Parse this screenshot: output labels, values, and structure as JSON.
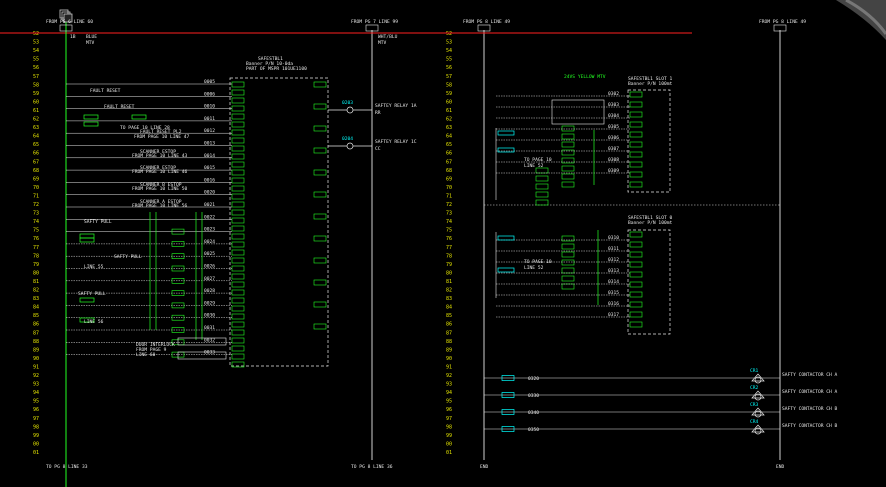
{
  "colors": {
    "background": "#000000",
    "wire": "#e8e8e8",
    "device": "#22ff22",
    "device_alt": "#00ffff",
    "line_numbers": "#e6e600",
    "crosshair_h": "#ff2020",
    "crosshair_v": "#22ff22"
  },
  "drawing": {
    "header_left": "FROM PG 6 LINE 60",
    "header_mid": "FROM PG 7 LINE 99",
    "header_right1": "FROM PG 8 LINE 49",
    "header_right2": "FROM PG 8 LINE 49",
    "footer_left": "TO PG 8 LINE 33",
    "footer_mid": "TO PG 8 LINE 36",
    "footer_right1": "END",
    "footer_right2": "END",
    "tag_left_top": "1B",
    "tag_left_blue": "BLUE",
    "tag_left_mtv": "MTV",
    "tag_mid_wht": "WHT/BLU",
    "tag_mid_mtv": "MTV",
    "cursor_icon": "cursor-icon"
  },
  "safety_block_left": {
    "title": "SAFESTBL1",
    "subtitle": "Banner P/N 10-0da",
    "line3": "PART OF MSPR 101UE1100",
    "relay_1a": "SAFTEY RELAY 1A",
    "relay_1a_sub": "RR",
    "relay_1c": "SAFTEY RELAY 1C",
    "relay_1c_sub": "CC"
  },
  "safety_block_right": {
    "slot1_title": "SAFESTBL1 SLOT 1",
    "slot1_sub": "Banner P/N 100mt",
    "slot0_title": "SAFESTBL1 SLOT 0",
    "slot0_sub": "Banner P/N 100mt",
    "yellow_wire": "24VS YELLOW MTV"
  },
  "left_labels": [
    "FAULT RESET",
    "FAULT RESET",
    "TO PAGE 10 LINE 28",
    "FAULT RESET PL2",
    "FROM PAGE 10 LINE 47",
    "SCANNER ESTOP",
    "FROM PAGE 10 LINE 43",
    "SCANNER ESTOP",
    "FROM PAGE 10 LINE 46",
    "SCANNER B ESTOP",
    "FROM PAGE 10 LINE 50",
    "SCANNER A ESTOP",
    "FROM PAGE 10 LINE 56",
    "SAFTY PULL",
    "SAFTY PULL",
    "LINE 55",
    "SAFTY PULL",
    "LINE 56",
    "DOOR INTERLOCK",
    "FROM PAGE 9",
    "LINE 60"
  ],
  "right_labels": [
    "TO PAGE 10",
    "LINE 52",
    "TO PAGE 10",
    "LINE 52"
  ],
  "contactor_labels": [
    "SAFTY CONTACTOR CH A",
    "SAFTY CONTACTOR CH A",
    "SAFTY CONTACTOR CH B",
    "SAFTY CONTACTOR CH B"
  ],
  "contactor_rungs": [
    "0320",
    "0330",
    "0340",
    "0350"
  ],
  "wire_numbers_left": [
    "0005",
    "0006",
    "0010",
    "0011",
    "0012",
    "0013",
    "0014",
    "0015",
    "0016",
    "0020",
    "0021",
    "0022",
    "0023",
    "0024",
    "0025",
    "0026",
    "0027",
    "0028",
    "0029",
    "0030",
    "0031",
    "0032",
    "0033"
  ],
  "wire_numbers_right": [
    "0302",
    "0303",
    "0304",
    "0305",
    "0306",
    "0307",
    "0308",
    "0309",
    "0310",
    "0311",
    "0312",
    "0313",
    "0314",
    "0315",
    "0316",
    "0317"
  ]
}
